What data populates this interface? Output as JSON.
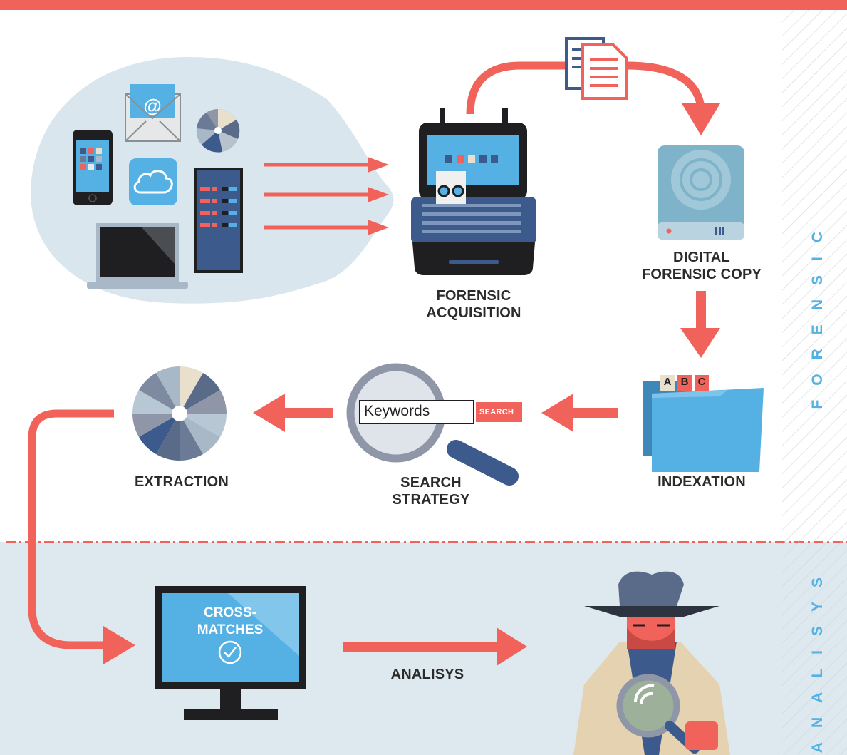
{
  "header": {
    "title_partial": "g"
  },
  "steps": {
    "acquisition": "FORENSIC\nACQUISITION",
    "copy": "DIGITAL\nFORENSIC COPY",
    "indexation": "INDEXATION",
    "search_strategy": "SEARCH\nSTRATEGY",
    "extraction": "EXTRACTION",
    "cross_matches": "CROSS-\nMATCHES",
    "analysis_arrow": "ANALISYS"
  },
  "search": {
    "keyword": "Keywords",
    "button": "SEARCH"
  },
  "folder_tabs": [
    "A",
    "B",
    "C"
  ],
  "side_labels": {
    "forensic": "FORENSIC",
    "analysis": "ANALISYS"
  },
  "colors": {
    "accent_red": "#f1635a",
    "accent_blue": "#55b1e3",
    "dark_blue": "#3d5a8c",
    "analysis_bg": "#dde9ef"
  },
  "icons": [
    "email-icon",
    "cd-icon",
    "phone-icon",
    "cloud-icon",
    "server-icon",
    "laptop-icon",
    "forensic-device-icon",
    "document-icon",
    "hard-drive-icon",
    "folder-icon",
    "magnifier-icon",
    "pie-chart-icon",
    "monitor-icon",
    "check-icon",
    "detective-icon"
  ]
}
